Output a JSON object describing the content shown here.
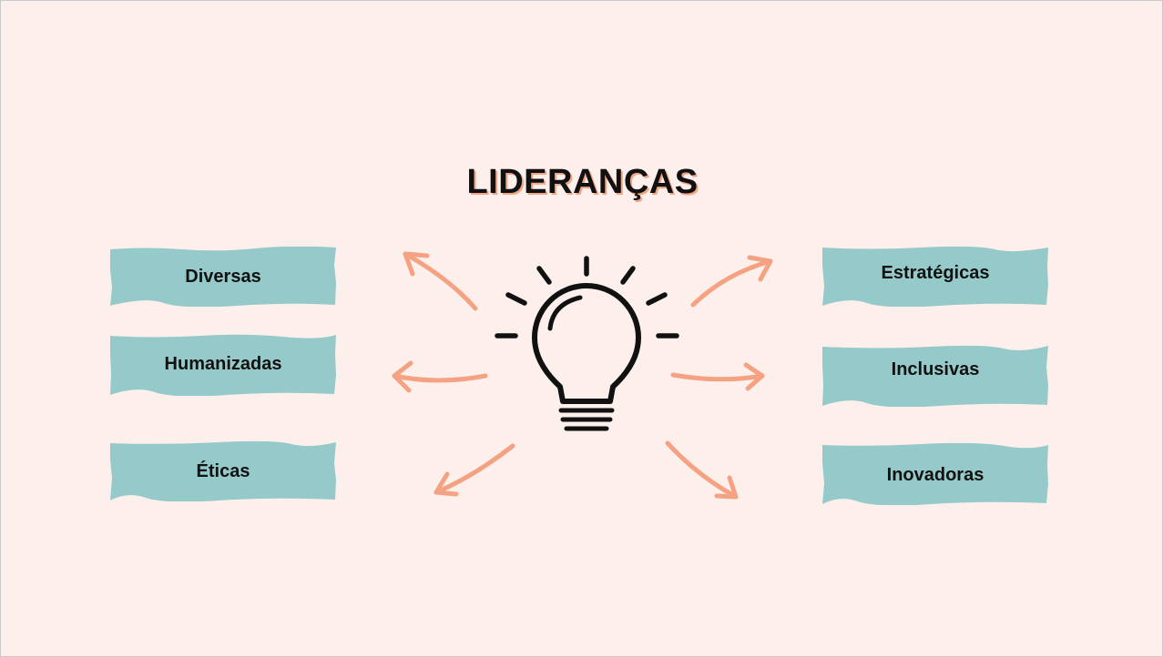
{
  "title": "LIDERANÇAS",
  "left_items": [
    "Diversas",
    "Humanizadas",
    "Éticas"
  ],
  "right_items": [
    "Estratégicas",
    "Inclusivas",
    "Inovadoras"
  ],
  "colors": {
    "background": "#fdf0ec",
    "box_fill": "#96c9c9",
    "arrow": "#f4a282",
    "icon": "#111111"
  },
  "center_icon": "lightbulb-icon"
}
